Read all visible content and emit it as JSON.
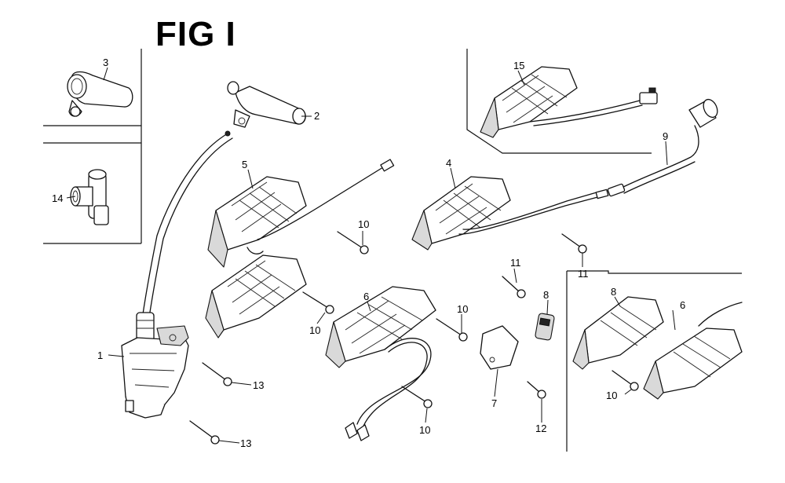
{
  "figure": {
    "title": "FIG I"
  },
  "parts": [
    {
      "id": "p1",
      "number": "1"
    },
    {
      "id": "p2",
      "number": "2"
    },
    {
      "id": "p3",
      "number": "3"
    },
    {
      "id": "p4",
      "number": "4"
    },
    {
      "id": "p5",
      "number": "5"
    },
    {
      "id": "p6a",
      "number": "6"
    },
    {
      "id": "p6b",
      "number": "6"
    },
    {
      "id": "p7",
      "number": "7"
    },
    {
      "id": "p8a",
      "number": "8"
    },
    {
      "id": "p8b",
      "number": "8"
    },
    {
      "id": "p9",
      "number": "9"
    },
    {
      "id": "p10a",
      "number": "10"
    },
    {
      "id": "p10b",
      "number": "10"
    },
    {
      "id": "p10c",
      "number": "10"
    },
    {
      "id": "p10d",
      "number": "10"
    },
    {
      "id": "p10e",
      "number": "10"
    },
    {
      "id": "p11a",
      "number": "11"
    },
    {
      "id": "p11b",
      "number": "11"
    },
    {
      "id": "p12",
      "number": "12"
    },
    {
      "id": "p13a",
      "number": "13"
    },
    {
      "id": "p13b",
      "number": "13"
    },
    {
      "id": "p14",
      "number": "14"
    },
    {
      "id": "p15",
      "number": "15"
    }
  ]
}
